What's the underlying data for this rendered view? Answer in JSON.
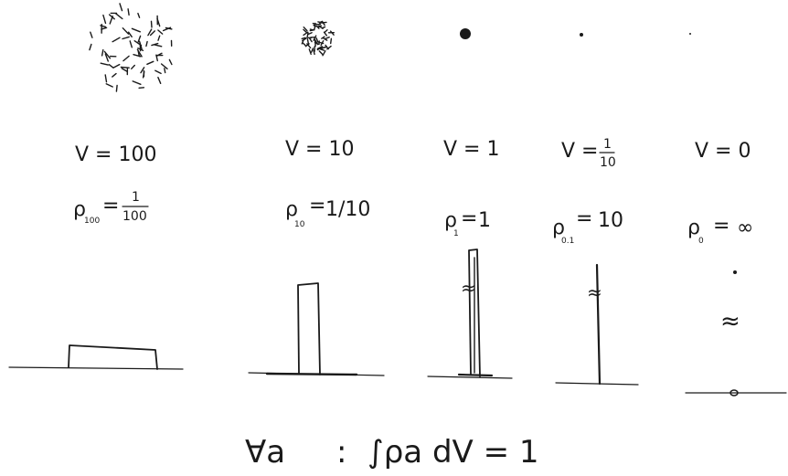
{
  "columns": [
    {
      "volume_label": "V = 100",
      "density_symbol": "ρ",
      "density_subscript": "100",
      "density_value": "1/100",
      "density_numerator": "1",
      "density_denominator": "100",
      "blob_density": "sparse",
      "bar_height_fraction": 0.01
    },
    {
      "volume_label": "V = 10",
      "density_symbol": "ρ",
      "density_subscript": "10",
      "density_value": "1/10",
      "bar_height_fraction": 0.1
    },
    {
      "volume_label": "V = 1",
      "density_symbol": "ρ",
      "density_subscript": "1",
      "density_value": "1",
      "bar_height_fraction": 1
    },
    {
      "volume_label": "V = 1/10",
      "volume_numerator": "1",
      "volume_denominator": "10",
      "density_symbol": "ρ",
      "density_subscript": "0.1",
      "density_value": "10",
      "bar_height_fraction": 10
    },
    {
      "volume_label": "V = 0",
      "density_symbol": "ρ",
      "density_subscript": "0",
      "density_value": "∞"
    }
  ],
  "formula": {
    "quantifier": "∀a",
    "separator": ":",
    "expression": "∫ρa dV = 1"
  },
  "break_symbol": "≈"
}
